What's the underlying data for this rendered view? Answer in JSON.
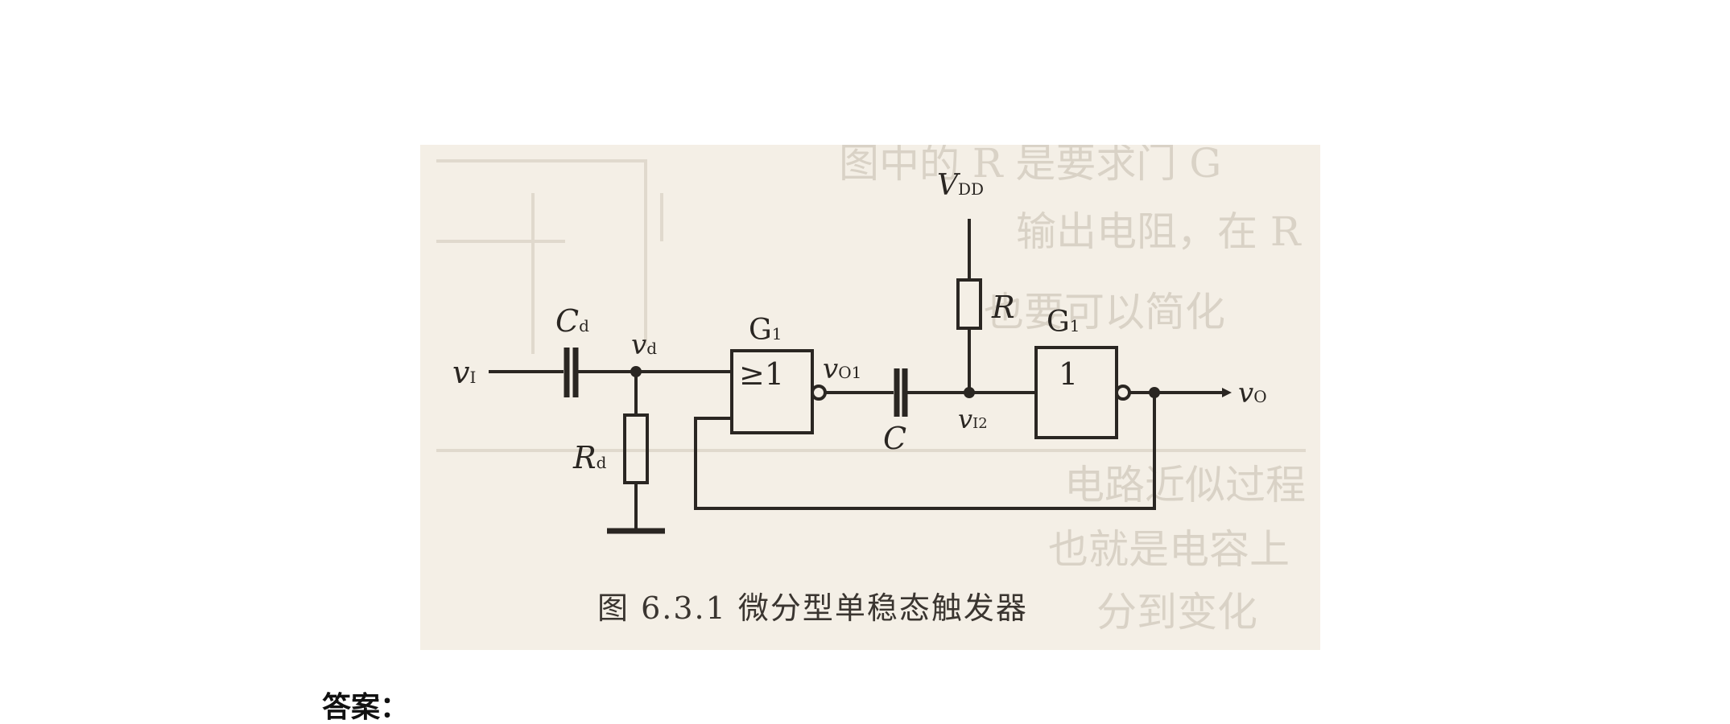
{
  "figure": {
    "caption": "图 6.3.1 微分型单稳态触发器",
    "labels": {
      "input": "v",
      "input_sub": "I",
      "cd": "C",
      "cd_sub": "d",
      "vd": "v",
      "vd_sub": "d",
      "rd": "R",
      "rd_sub": "d",
      "g1": "G",
      "g1_sub": "1",
      "g1_symbol": "≥1",
      "vo1": "v",
      "vo1_sub": "O1",
      "c": "C",
      "vdd": "V",
      "vdd_sub": "DD",
      "r": "R",
      "vi2": "v",
      "vi2_sub": "I2",
      "g2": "G",
      "g2_sub": "1",
      "g2_symbol": "1",
      "output": "v",
      "output_sub": "O"
    }
  },
  "answer_label": "答案："
}
